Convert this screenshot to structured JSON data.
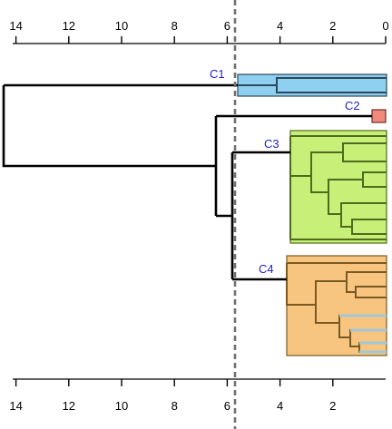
{
  "axis": {
    "top_ticks": [
      14,
      12,
      10,
      8,
      6,
      4,
      2,
      0
    ],
    "bottom_ticks": [
      14,
      12,
      10,
      8,
      6,
      4,
      2
    ],
    "cut_height": 5.6
  },
  "clusters": [
    {
      "label": "C1",
      "fill": "#8fcfef",
      "line": "#2b4a5c"
    },
    {
      "label": "C2",
      "fill": "#f08a7a",
      "line": "#6b2f29"
    },
    {
      "label": "C3",
      "fill": "#c8ef77",
      "line": "#4f6b1d"
    },
    {
      "label": "C4",
      "fill": "#f7c57f",
      "line": "#7a5a22"
    }
  ],
  "colors": {
    "branch": "#000000",
    "cut_line": "#707070",
    "highlight_leaves": "#9fc8d8"
  }
}
